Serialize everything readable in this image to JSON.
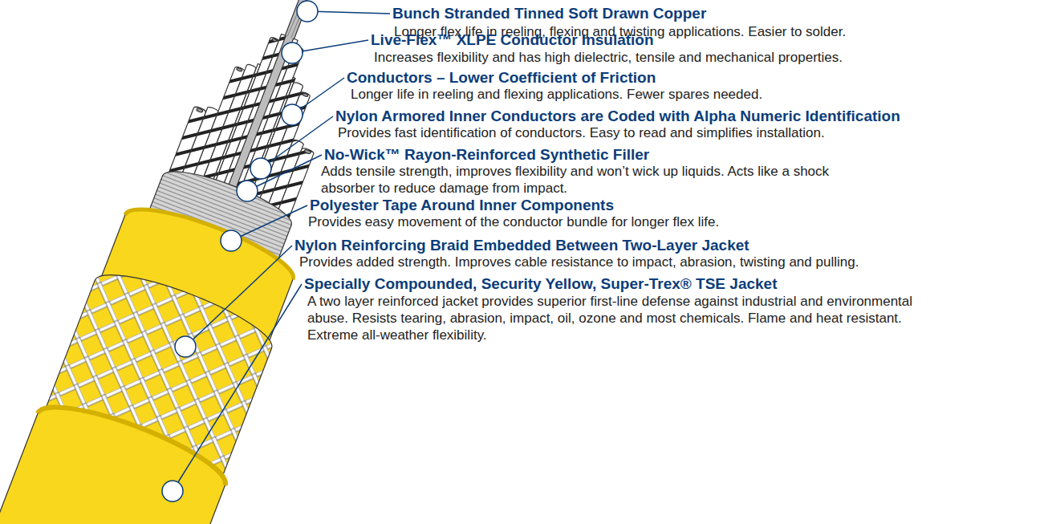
{
  "diagram": {
    "labels": [
      "Bunch Stranded Tinned Soft Drawn Copper",
      "Longer flex life in reeling, flexing and twisting applications. Easier to solder.",
      "Live-Flex™ XLPE Conductor Insulation",
      "Increases flexibility and has high dielectric, tensile and mechanical properties.",
      "Conductors – Lower Coefficient of Friction",
      "Longer life in reeling and flexing applications. Fewer spares needed.",
      "Nylon Armored Inner Conductors are Coded with Alpha Numeric Identification",
      "Provides fast identification of conductors. Easy to read and simplifies installation.",
      "No-Wick™ Rayon-Reinforced Synthetic Filler",
      "Adds tensile strength, improves flexibility and won’t wick up liquids. Acts like a shock absorber to reduce damage from impact.",
      "Polyester Tape Around Inner Components",
      "Provides easy movement of the conductor bundle for longer flex life.",
      "Nylon Reinforcing Braid Embedded Between Two-Layer Jacket",
      "Provides added strength. Improves cable resistance to impact, abrasion, twisting and pulling.",
      "Specially Compounded, Security Yellow, Super-Trex® TSE Jacket",
      "A two layer reinforced jacket provides superior first-line defense against industrial and environmental abuse. Resists tearing, abrasion, impact, oil, ozone and most chemicals. Flame and heat resistant. Extreme all-weather flexibility."
    ]
  }
}
